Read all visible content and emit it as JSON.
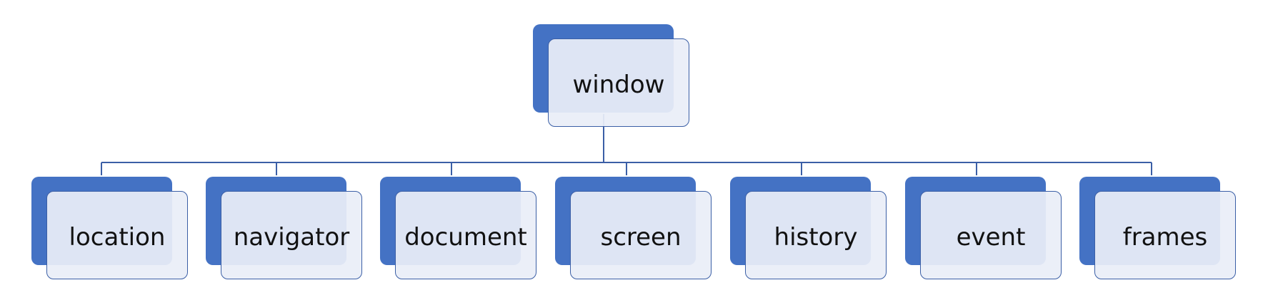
{
  "diagram": {
    "root": {
      "label": "window"
    },
    "children": [
      {
        "label": "location"
      },
      {
        "label": "navigator"
      },
      {
        "label": "document"
      },
      {
        "label": "screen"
      },
      {
        "label": "history"
      },
      {
        "label": "event"
      },
      {
        "label": "frames"
      }
    ]
  },
  "colors": {
    "box_fill": "#4472c4",
    "box_overlay": "#e9eef8",
    "outline": "#3b5fa6",
    "connector": "#3b5fa6"
  }
}
